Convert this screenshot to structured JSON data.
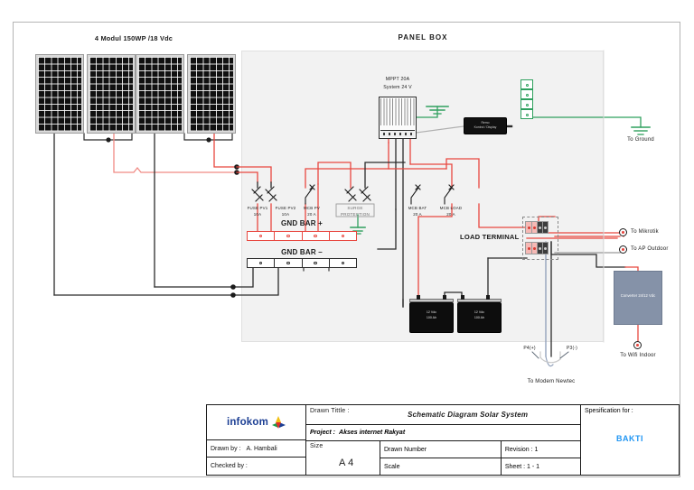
{
  "sheet": {
    "panel_box_label": "PANEL BOX",
    "array_label": "4 Modul 150WP /18 Vdc"
  },
  "controller": {
    "line1": "MPPT 20A",
    "line2": "System 24 V"
  },
  "remote_meter": {
    "line1": "Remo",
    "line2": "Kontrol / Display"
  },
  "ground": {
    "label": "To Ground"
  },
  "protection": {
    "fuse_pv1": {
      "name": "FUSE PV1",
      "rating": "10A"
    },
    "fuse_pv2": {
      "name": "FUSE PV2",
      "rating": "10A"
    },
    "mcb_pv": {
      "name": "MCB PV",
      "rating": "20 A"
    },
    "surge": {
      "line1": "SURGE",
      "line2": "PROTECTION"
    },
    "mcb_bat": {
      "name": "MCB BAT",
      "rating": "20 A"
    },
    "mcb_load": {
      "name": "MCB LOAD",
      "rating": "20 A"
    }
  },
  "busbars": {
    "positive": "GND BAR +",
    "negative": "GND BAR –"
  },
  "batteries": [
    {
      "voltage": "12 Vdc",
      "capacity": "100 Ah"
    },
    {
      "voltage": "12 Vdc",
      "capacity": "100 Ah"
    }
  ],
  "load_terminal": {
    "label": "LOAD TERMINAL"
  },
  "outputs": {
    "mikrotik": "To Mikrotik",
    "ap_outdoor": "To AP Outdoor",
    "wifi_indoor": "To Wifi Indoor",
    "modem": "To Modem Newtec"
  },
  "converter": {
    "label": "Converter 24/12 Vdc"
  },
  "modem_pins": {
    "positive": "P4(+)",
    "negative": "P3(-)"
  },
  "title_block": {
    "logo_text": "infokom",
    "drawn_title_label": "Drawn Tittle :",
    "drawn_title_value": "Schematic Diagram Solar System",
    "project_label": "Project :",
    "project_value": "Akses internet Rakyat",
    "drawn_by_label": "Drawn by :",
    "drawn_by_value": "A. Hambali",
    "checked_by_label": "Checked by :",
    "size_label": "Size",
    "size_value": "A 4",
    "drawn_number_label": "Drawn Number",
    "scale_label": "Scale",
    "revision_label": "Revision :  1",
    "sheet_label": "Sheet : 1 - 1",
    "spec_label": "Spesification for :",
    "spec_value": "BAKTI"
  },
  "colors": {
    "positive_wire": "#e8473f",
    "negative_wire": "#2b2b2b",
    "ground_wire": "#2fa05e",
    "signal_wire": "#9a9a9a",
    "brand_blue": "#1c3f94",
    "bakti_blue": "#2196f3"
  }
}
